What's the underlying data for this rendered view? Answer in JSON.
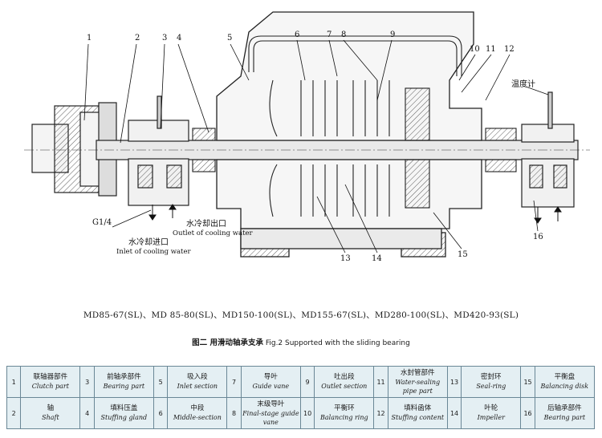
{
  "callouts": {
    "n1": "1",
    "n2": "2",
    "n3": "3",
    "n4": "4",
    "n5": "5",
    "n6": "6",
    "n7": "7",
    "n8": "8",
    "n9": "9",
    "n10": "10",
    "n11": "11",
    "n12": "12",
    "n13": "13",
    "n14": "14",
    "n15": "15",
    "n16": "16"
  },
  "drawing_labels": {
    "temp_gauge": "温度计",
    "thread": "G1/4",
    "cooling_outlet_cn": "水冷却出口",
    "cooling_outlet_en": "Outlet of cooling water",
    "cooling_inlet_cn": "水冷却进口",
    "cooling_inlet_en": "Inlet of cooling water"
  },
  "models_line": "MD85-67(SL)、MD 85-80(SL)、MD150-100(SL)、MD155-67(SL)、MD280-100(SL)、MD420-93(SL)",
  "caption": {
    "cn": "图二  用滑动轴承支承",
    "en": "Fig.2 Supported with the sliding bearing"
  },
  "parts_table": {
    "row1": [
      {
        "num": "1",
        "cn": "联轴器部件",
        "en": "Clutch part"
      },
      {
        "num": "3",
        "cn": "前轴承部件",
        "en": "Bearing part"
      },
      {
        "num": "5",
        "cn": "吸入段",
        "en": "Inlet section"
      },
      {
        "num": "7",
        "cn": "导叶",
        "en": "Guide vane"
      },
      {
        "num": "9",
        "cn": "吐出段",
        "en": "Outlet section"
      },
      {
        "num": "11",
        "cn": "水封管部件",
        "en": "Water-sealing pipe part"
      },
      {
        "num": "13",
        "cn": "密封环",
        "en": "Seal-ring"
      },
      {
        "num": "15",
        "cn": "平衡盘",
        "en": "Balancing disk"
      }
    ],
    "row2": [
      {
        "num": "2",
        "cn": "轴",
        "en": "Shaft"
      },
      {
        "num": "4",
        "cn": "填料压盖",
        "en": "Stuffing gland"
      },
      {
        "num": "6",
        "cn": "中段",
        "en": "Middle-section"
      },
      {
        "num": "8",
        "cn": "末级导叶",
        "en": "Final-stage guide vane"
      },
      {
        "num": "10",
        "cn": "平衡环",
        "en": "Balancing ring"
      },
      {
        "num": "12",
        "cn": "填料函体",
        "en": "Stuffing content"
      },
      {
        "num": "14",
        "cn": "叶轮",
        "en": "Impeller"
      },
      {
        "num": "16",
        "cn": "后轴承部件",
        "en": "Bearing part"
      }
    ]
  }
}
